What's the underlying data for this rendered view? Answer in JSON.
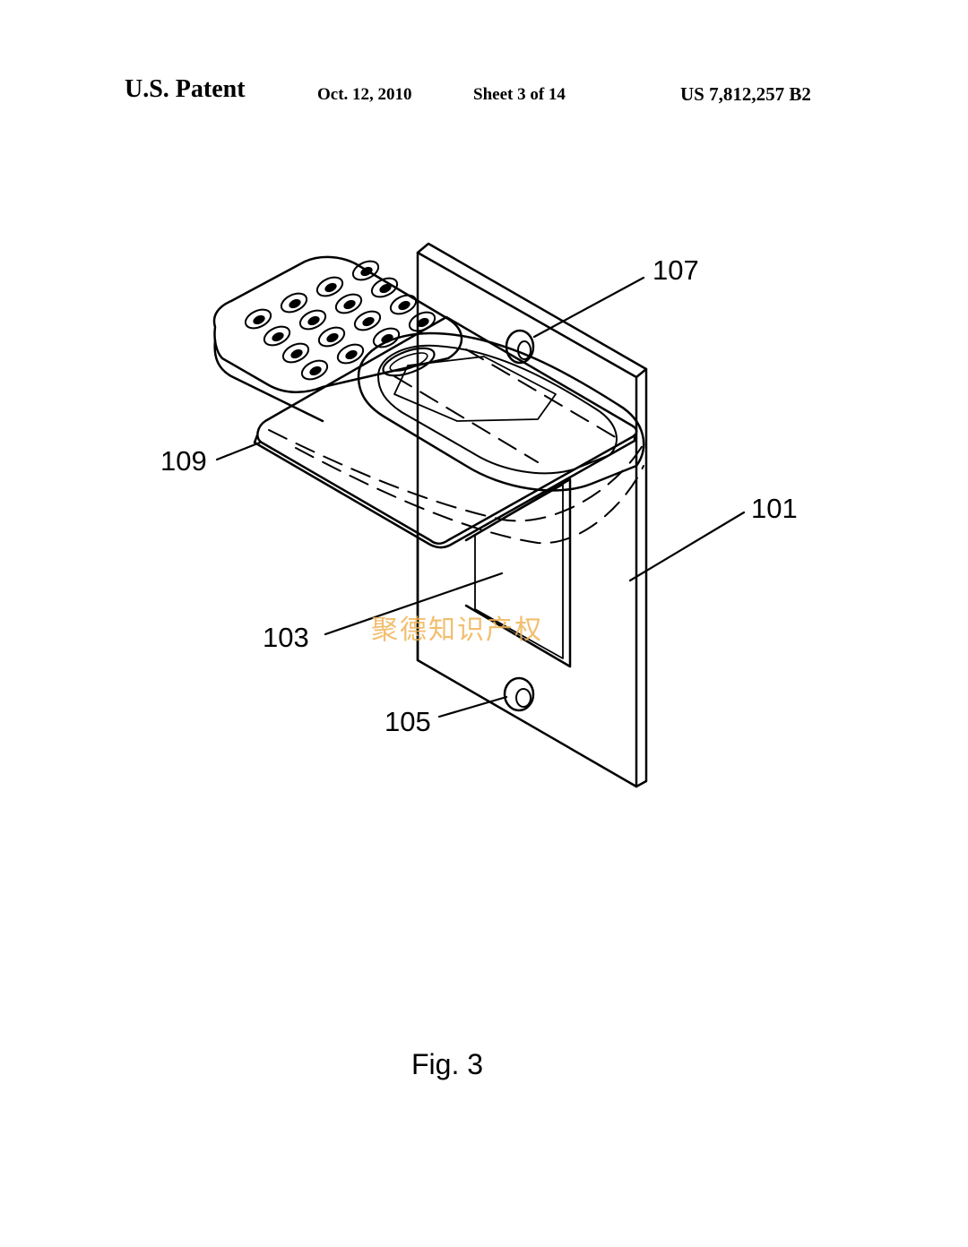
{
  "header": {
    "title": "U.S. Patent",
    "date": "Oct. 12, 2010",
    "sheet": "Sheet 3 of 14",
    "patent_number": "US 7,812,257 B2"
  },
  "labels": {
    "r107": "107",
    "r109": "109",
    "r101": "101",
    "r103": "103",
    "r105": "105"
  },
  "watermark": "聚德知识产权",
  "figure_caption": "Fig. 3",
  "colors": {
    "ink": "#000000",
    "watermark": "#f0b357"
  },
  "keypad": {
    "rows": 4,
    "keys_per_row": 4
  }
}
